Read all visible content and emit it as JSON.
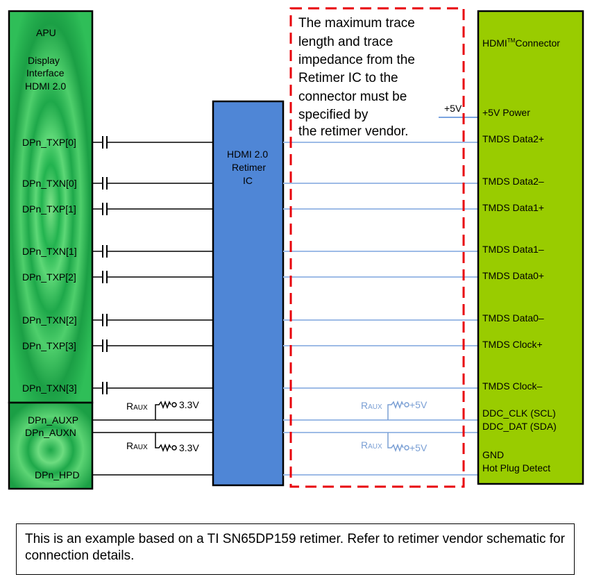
{
  "apu": {
    "title": "APU",
    "subtitle_lines": [
      "Display",
      "Interface",
      "HDMI 2.0"
    ],
    "fill": "#1ea84a"
  },
  "retimer": {
    "lines": [
      "HDMI 2.0",
      "Retimer",
      "IC"
    ],
    "fill": "#4f86d6"
  },
  "connector": {
    "title": "HDMI",
    "trademark": "TM",
    "title_suffix": "Connector",
    "fill": "#99cc00"
  },
  "apu_signals": [
    "DPn_TXP[0]",
    "DPn_TXN[0]",
    "DPn_TXP[1]",
    "DPn_TXN[1]",
    "DPn_TXP[2]",
    "DPn_TXN[2]",
    "DPn_TXP[3]",
    "DPn_TXN[3]"
  ],
  "aux_signals": [
    "DPn_AUXP",
    "DPn_AUXN",
    "DPn_HPD"
  ],
  "connector_pins": [
    "+5V Power",
    "TMDS Data2+",
    "TMDS Data2–",
    "TMDS Data1+",
    "TMDS Data1–",
    "TMDS Data0+",
    "TMDS Data0–",
    "TMDS Clock+",
    "TMDS Clock–",
    "DDC_CLK (SCL)",
    "DDC_DAT (SDA)",
    "GND",
    "Hot Plug Detect"
  ],
  "power_label": "+5V",
  "resistors": {
    "left": {
      "name": "R",
      "sub": "AUX",
      "voltage": "3.3V"
    },
    "right": {
      "name": "R",
      "sub": "AUX",
      "voltage": "+5V"
    }
  },
  "callout_lines": [
    "The maximum trace",
    "length and trace",
    "impedance from the",
    "Retimer IC to the",
    "connector must be",
    "specified by",
    "the retimer vendor."
  ],
  "note": "This is an example based on a TI SN65DP159 retimer. Refer to retimer vendor schematic for connection details.",
  "colors": {
    "trace": "#9dbbe6",
    "callout_border": "#e8000b",
    "resistor_right": "#7a9fd4"
  }
}
